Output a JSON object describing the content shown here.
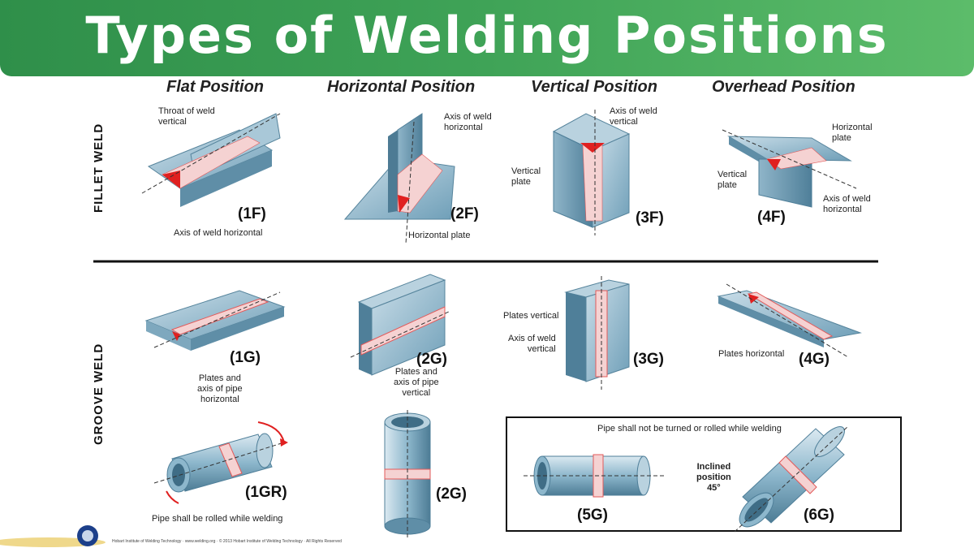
{
  "title": "Types of Welding Positions",
  "columns": [
    "Flat Position",
    "Horizontal Position",
    "Vertical Position",
    "Overhead Position"
  ],
  "rows": {
    "fillet": "FILLET WELD",
    "groove": "GROOVE WELD"
  },
  "fillet": {
    "flat": {
      "code": "(1F)",
      "notes": [
        "Throat of weld\nvertical",
        "Axis of weld horizontal"
      ]
    },
    "horizontal": {
      "code": "(2F)",
      "notes": [
        "Axis of weld\nhorizontal",
        "Horizontal plate"
      ]
    },
    "vertical": {
      "code": "(3F)",
      "notes": [
        "Axis of weld\nvertical",
        "Vertical\nplate"
      ]
    },
    "overhead": {
      "code": "(4F)",
      "notes": [
        "Horizontal\nplate",
        "Vertical\nplate",
        "Axis of weld\nhorizontal"
      ]
    }
  },
  "groove": {
    "flat": {
      "code": "(1G)",
      "note": "Plates and\naxis of pipe\nhorizontal"
    },
    "horizontal": {
      "code": "(2G)",
      "note": "Plates and\naxis of pipe\nvertical"
    },
    "vertical": {
      "code": "(3G)",
      "notes": [
        "Plates vertical",
        "Axis of weld\nvertical"
      ]
    },
    "overhead": {
      "code": "(4G)",
      "note": "Plates horizontal"
    }
  },
  "pipes": {
    "rolled": {
      "code": "(1GR)",
      "note": "Pipe shall be rolled while welding"
    },
    "vertical": {
      "code": "(2G)"
    },
    "box_note": "Pipe shall not be turned or rolled while welding",
    "fixed_horizontal": {
      "code": "(5G)"
    },
    "inclined": {
      "code": "(6G)",
      "note": "Inclined\nposition\n45°"
    }
  },
  "footer": "Hobart Institute of Welding Technology · www.welding.org · © 2013 Hobart Institute of Welding Technology · All Rights Reserved",
  "colors": {
    "banner": "#3fa357",
    "metal": "#7fb0c8",
    "weld": "#e03030",
    "bead": "#f3c6c6"
  }
}
